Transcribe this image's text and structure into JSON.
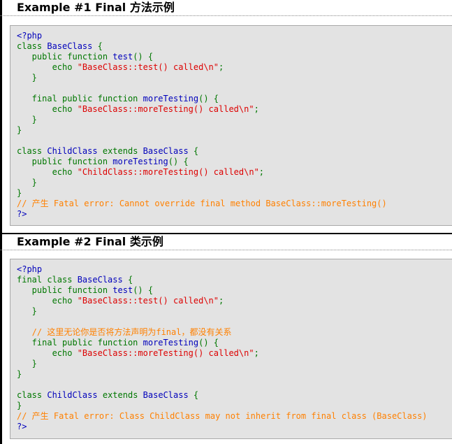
{
  "examples": [
    {
      "title": "Example #1 Final 方法示例",
      "code_lines": [
        [
          [
            "name",
            "<?php"
          ]
        ],
        [
          [
            "kw",
            "class "
          ],
          [
            "name",
            "BaseClass "
          ],
          [
            "kw",
            "{"
          ]
        ],
        [
          [
            "kw",
            "   public function "
          ],
          [
            "name",
            "test"
          ],
          [
            "kw",
            "() {"
          ]
        ],
        [
          [
            "kw",
            "       echo "
          ],
          [
            "str",
            "\"BaseClass::test() called\\n\""
          ],
          [
            "kw",
            ";"
          ]
        ],
        [
          [
            "kw",
            "   }"
          ]
        ],
        [
          [
            "kw",
            ""
          ]
        ],
        [
          [
            "kw",
            "   final public function "
          ],
          [
            "name",
            "moreTesting"
          ],
          [
            "kw",
            "() {"
          ]
        ],
        [
          [
            "kw",
            "       echo "
          ],
          [
            "str",
            "\"BaseClass::moreTesting() called\\n\""
          ],
          [
            "kw",
            ";"
          ]
        ],
        [
          [
            "kw",
            "   }"
          ]
        ],
        [
          [
            "kw",
            "}"
          ]
        ],
        [
          [
            "kw",
            ""
          ]
        ],
        [
          [
            "kw",
            "class "
          ],
          [
            "name",
            "ChildClass "
          ],
          [
            "kw",
            "extends "
          ],
          [
            "name",
            "BaseClass "
          ],
          [
            "kw",
            "{"
          ]
        ],
        [
          [
            "kw",
            "   public function "
          ],
          [
            "name",
            "moreTesting"
          ],
          [
            "kw",
            "() {"
          ]
        ],
        [
          [
            "kw",
            "       echo "
          ],
          [
            "str",
            "\"ChildClass::moreTesting() called\\n\""
          ],
          [
            "kw",
            ";"
          ]
        ],
        [
          [
            "kw",
            "   }"
          ]
        ],
        [
          [
            "kw",
            "}"
          ]
        ],
        [
          [
            "cmt",
            "// 产生 Fatal error: Cannot override final method BaseClass::moreTesting()"
          ]
        ],
        [
          [
            "name",
            "?>"
          ]
        ]
      ]
    },
    {
      "title": "Example #2 Final 类示例",
      "code_lines": [
        [
          [
            "name",
            "<?php"
          ]
        ],
        [
          [
            "kw",
            "final class "
          ],
          [
            "name",
            "BaseClass "
          ],
          [
            "kw",
            "{"
          ]
        ],
        [
          [
            "kw",
            "   public function "
          ],
          [
            "name",
            "test"
          ],
          [
            "kw",
            "() {"
          ]
        ],
        [
          [
            "kw",
            "       echo "
          ],
          [
            "str",
            "\"BaseClass::test() called\\n\""
          ],
          [
            "kw",
            ";"
          ]
        ],
        [
          [
            "kw",
            "   }"
          ]
        ],
        [
          [
            "kw",
            ""
          ]
        ],
        [
          [
            "cmt",
            "   // 这里无论你是否将方法声明为final，都没有关系"
          ]
        ],
        [
          [
            "kw",
            "   final public function "
          ],
          [
            "name",
            "moreTesting"
          ],
          [
            "kw",
            "() {"
          ]
        ],
        [
          [
            "kw",
            "       echo "
          ],
          [
            "str",
            "\"BaseClass::moreTesting() called\\n\""
          ],
          [
            "kw",
            ";"
          ]
        ],
        [
          [
            "kw",
            "   }"
          ]
        ],
        [
          [
            "kw",
            "}"
          ]
        ],
        [
          [
            "kw",
            ""
          ]
        ],
        [
          [
            "kw",
            "class "
          ],
          [
            "name",
            "ChildClass "
          ],
          [
            "kw",
            "extends "
          ],
          [
            "name",
            "BaseClass "
          ],
          [
            "kw",
            "{"
          ]
        ],
        [
          [
            "kw",
            "}"
          ]
        ],
        [
          [
            "cmt",
            "// 产生 Fatal error: Class ChildClass may not inherit from final class (BaseClass)"
          ]
        ],
        [
          [
            "name",
            "?>"
          ]
        ]
      ]
    }
  ],
  "colors": {
    "keyword": "#007700",
    "string": "#dd0000",
    "identifier": "#0000bb",
    "comment": "#ff8000",
    "code_background": "#e3e3e3"
  }
}
